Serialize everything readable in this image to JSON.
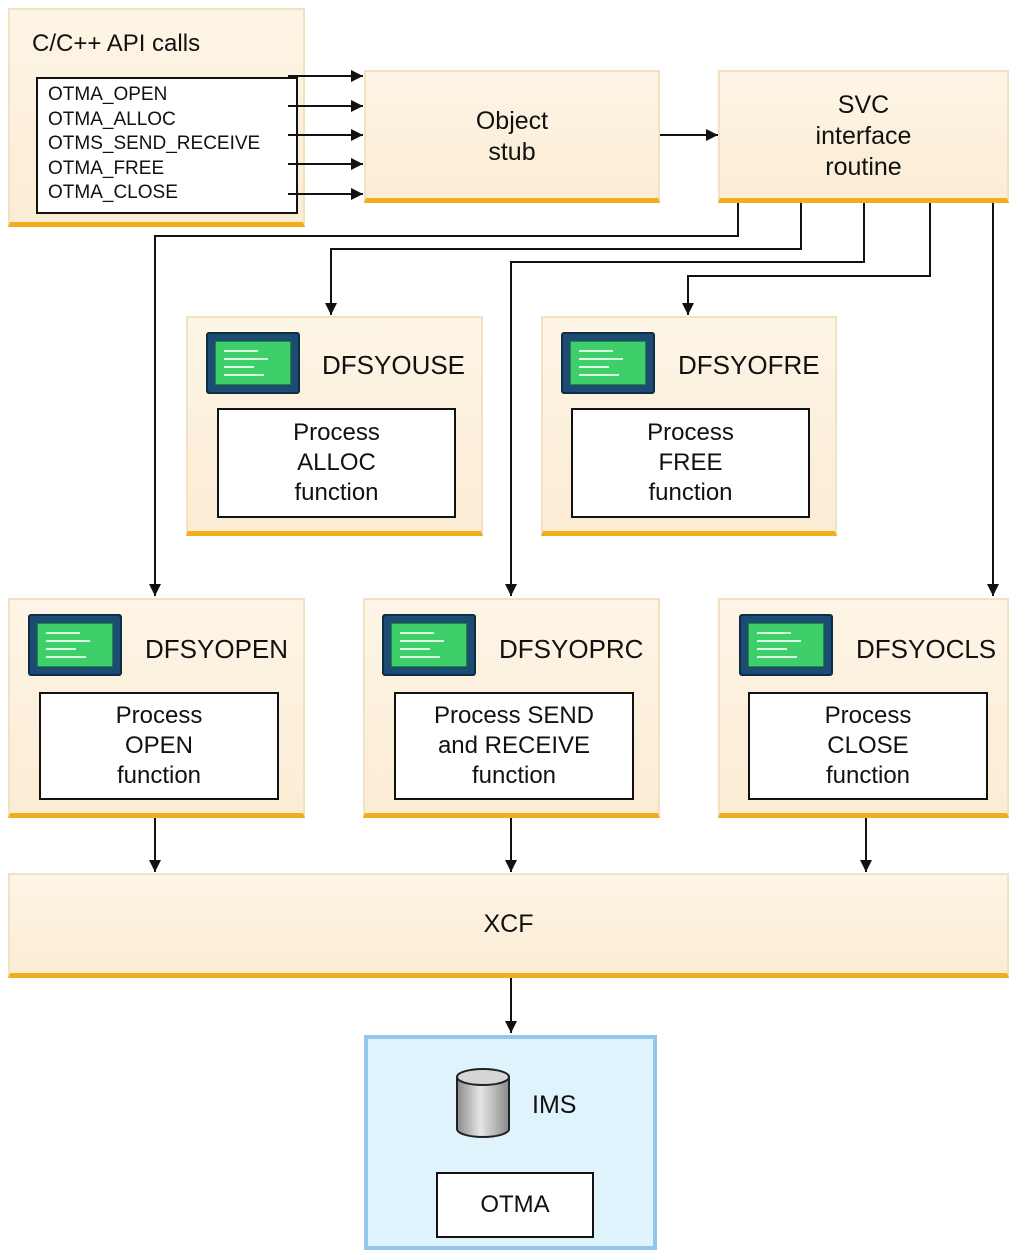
{
  "api_group": {
    "title": "C/C++ API calls",
    "calls": [
      "OTMA_OPEN",
      "OTMA_ALLOC",
      "OTMS_SEND_RECEIVE",
      "OTMA_FREE",
      "OTMA_CLOSE"
    ]
  },
  "object_stub": {
    "label": "Object\nstub"
  },
  "svc": {
    "label": "SVC\ninterface\nroutine"
  },
  "modules": {
    "dfsyouse": {
      "title": "DFSYOUSE",
      "process": "Process\nALLOC\nfunction"
    },
    "dfsyofre": {
      "title": "DFSYOFRE",
      "process": "Process\nFREE\nfunction"
    },
    "dfsyopen": {
      "title": "DFSYOPEN",
      "process": "Process\nOPEN\nfunction"
    },
    "dfsyoprc": {
      "title": "DFSYOPRC",
      "process": "Process SEND\nand RECEIVE\nfunction"
    },
    "dfsyocls": {
      "title": "DFSYOCLS",
      "process": "Process\nCLOSE\nfunction"
    }
  },
  "xcf": {
    "label": "XCF"
  },
  "ims": {
    "title": "IMS",
    "otma": "OTMA"
  },
  "icons": [
    "monitor-icon",
    "database-cylinder-icon",
    "arrow-icon"
  ],
  "colors": {
    "box_fill": "#fbecd4",
    "box_accent": "#f0ad1c",
    "ims_fill": "#dff3fc",
    "ims_border": "#93c6ea",
    "screen": "#3fcf6a"
  }
}
